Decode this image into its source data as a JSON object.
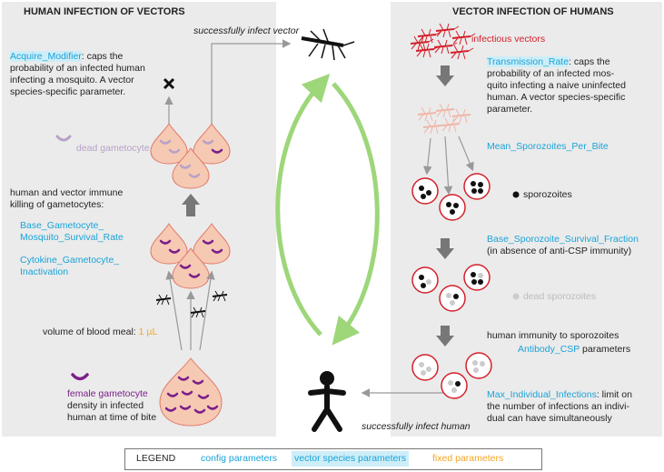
{
  "left_panel": {
    "title": "HUMAN INFECTION OF VECTORS",
    "acquire_param": "Acquire_Modifier",
    "acquire_desc_1": ": caps the",
    "acquire_desc_2": "probability of an infected human",
    "acquire_desc_3": "infecting a mosquito. A vector",
    "acquire_desc_4": "species-specific parameter.",
    "dead_gametocyte": "dead gametocyte",
    "immune_1": "human and vector immune",
    "immune_2": "killing of gametocytes:",
    "param_a1": "Base_Gametocyte_",
    "param_a2": "Mosquito_Survival_Rate",
    "param_b1": "Cytokine_Gametocyte_",
    "param_b2": "Inactivation",
    "blood_meal_label": "volume of blood meal:",
    "blood_meal_value": "1 µL",
    "female_1": "female gametocyte",
    "female_2": "density in infected",
    "female_3": "human at time of bite"
  },
  "right_panel": {
    "title": "VECTOR INFECTION OF HUMANS",
    "infectious_vectors": "infectious vectors",
    "transmission_param": "Transmission_Rate",
    "trans_desc_1": ": caps the",
    "trans_desc_2": "probability of an infected mos-",
    "trans_desc_3": "quito infecting a naive uninfected",
    "trans_desc_4": "human. A vector species-specific",
    "trans_desc_5": "parameter.",
    "sporozoites_param": "Mean_Sporozoites_Per_Bite",
    "sporozoites": "sporozoites",
    "survival_param": "Base_Sporozoite_Survival_Fraction",
    "survival_note": "(in absence of anti-CSP immunity)",
    "dead_sporozoites": "dead sporozoites",
    "immunity_text": "human immunity to sporozoites",
    "antibody_param": "Antibody_CSP",
    "antibody_suffix": " parameters",
    "max_param": "Max_Individual_Infections",
    "max_desc_1": ": limit on",
    "max_desc_2": "the number of infections an indivi-",
    "max_desc_3": "dual can have simultaneously"
  },
  "center": {
    "infect_vector": "successfully infect vector",
    "infect_human": "successfully infect human"
  },
  "legend": {
    "title": "LEGEND",
    "config": "config parameters",
    "vector": "vector species parameters",
    "fixed": "fixed parameters"
  },
  "colors": {
    "panel": "#ebebeb",
    "config_blue": "#1aa3d9",
    "vector_highlight": "#cdeef8",
    "fixed_orange": "#f5a623",
    "cycle_green": "#9ed67a",
    "red_cell": "#f6c9b3",
    "gametocyte": "#7b1f8a",
    "mosquito_red": "#d4202a"
  }
}
